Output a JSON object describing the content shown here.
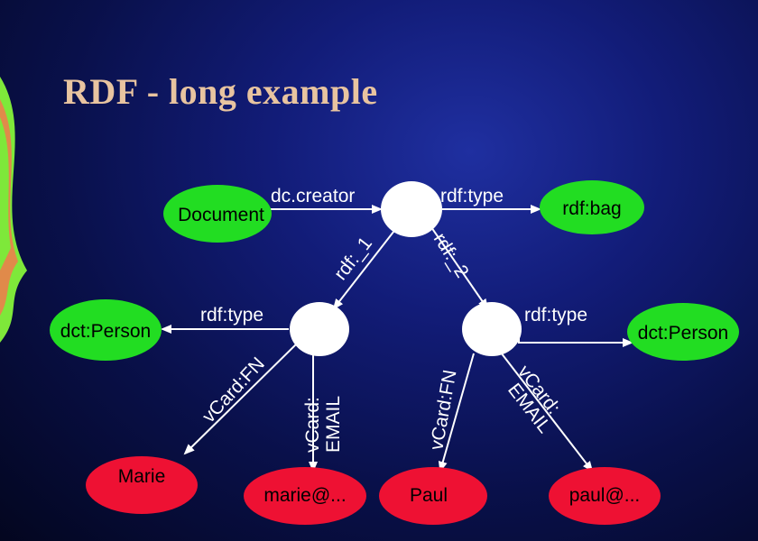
{
  "title": "RDF - long example",
  "colors": {
    "title": "#e8c4a0",
    "literal_node": "#22dd22",
    "resource_node": "#ffffff",
    "value_node": "#ee1133",
    "edge": "#ffffff"
  },
  "nodes": {
    "document": "Document",
    "rdf_bag": "rdf:bag",
    "dct_person_left": "dct:Person",
    "dct_person_right": "dct:Person",
    "marie": "Marie",
    "marie_email": "marie@...",
    "paul": "Paul",
    "paul_email": "paul@..."
  },
  "edges": {
    "dc_creator": "dc.creator",
    "rdf_type_top": "rdf:type",
    "rdf_1": "rdf:_1",
    "rdf_2": "rdf:_2",
    "rdf_type_left": "rdf:type",
    "rdf_type_right": "rdf:type",
    "vcard_fn_left": "vCard:FN",
    "vcard_email_left_line1": "vCard:",
    "vcard_email_left_line2": "EMAIL",
    "vcard_fn_right": "vCard:FN",
    "vcard_email_right_line1": "vCard:",
    "vcard_email_right_line2": "EMAIL"
  }
}
